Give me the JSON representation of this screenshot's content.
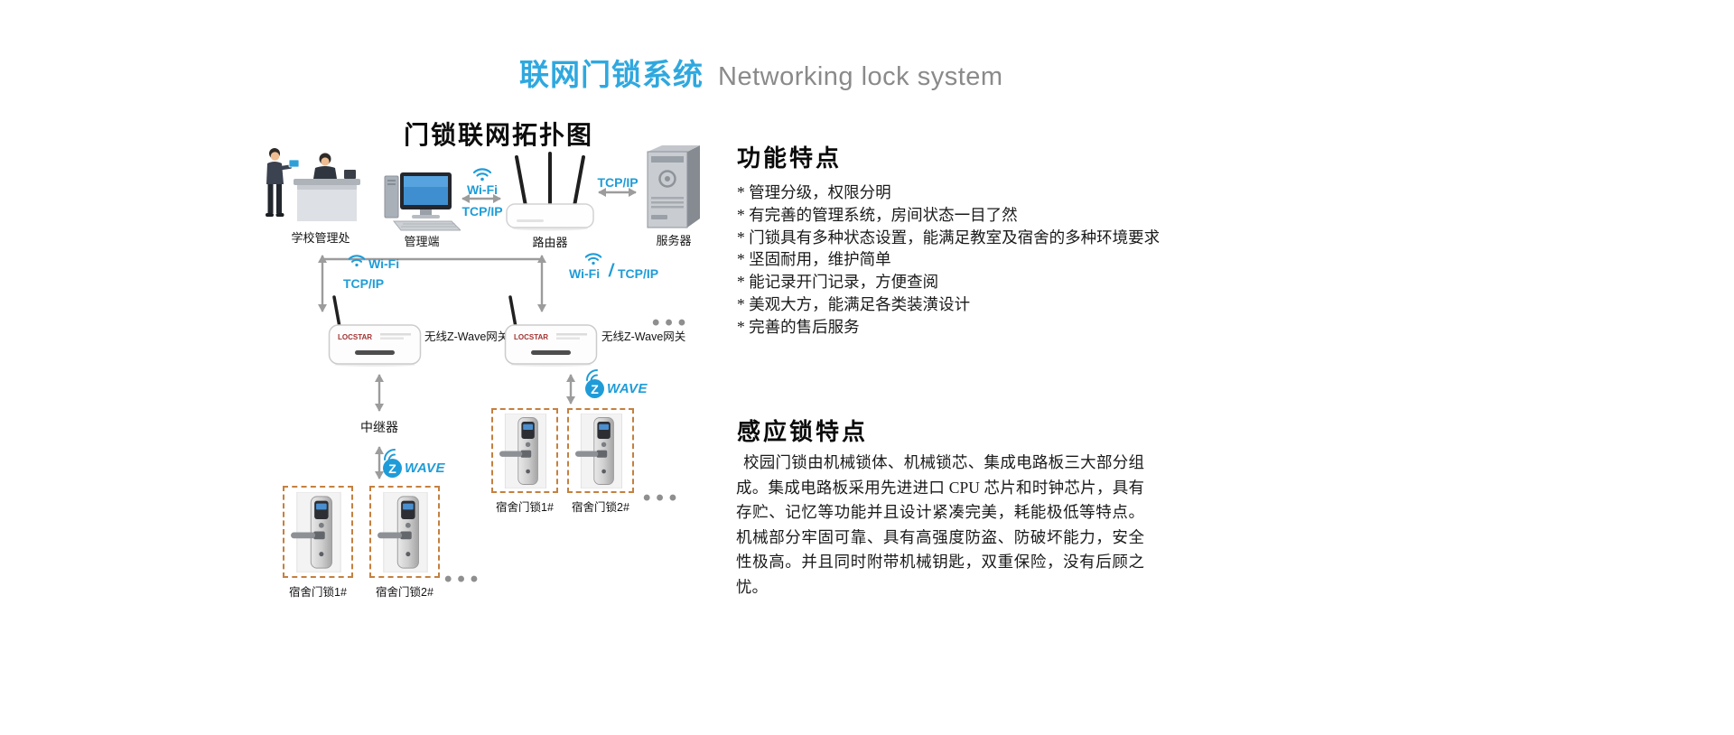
{
  "page": {
    "title_cn": "联网门锁系统",
    "title_en": "Networking lock system"
  },
  "diagram": {
    "title": "门锁联网拓扑图",
    "nodes": {
      "school_office": "学校管理处",
      "admin_terminal": "管理端",
      "router": "路由器",
      "server": "服务器",
      "gateway_label": "无线Z-Wave网关",
      "repeater": "中继器",
      "lock1_label": "宿舍门锁1#",
      "lock2_label": "宿舍门锁2#"
    },
    "labels": {
      "wifi": "Wi-Fi",
      "tcpip": "TCP/IP",
      "slash": "/",
      "gateway_brand": "LOCSTAR",
      "zwave_z": "Z",
      "zwave_wave": "WAVE",
      "ellipsis": "•••"
    },
    "icons": {
      "wifi_icon": "blue wifi arcs with dot",
      "zwave_icon": "blue circle Z with WAVE wordmark and arcs"
    }
  },
  "features": {
    "heading": "功能特点",
    "items": [
      "* 管理分级，权限分明",
      "* 有完善的管理系统，房间状态一目了然",
      "* 门锁具有多种状态设置，能满足教室及宿舍的多种环境要求",
      "* 坚固耐用，维护简单",
      "* 能记录开门记录，方便查阅",
      "* 美观大方，能满足各类装潢设计",
      "* 完善的售后服务"
    ]
  },
  "lock_features": {
    "heading": "感应锁特点",
    "body": "校园门锁由机械锁体、机械锁芯、集成电路板三大部分组成。集成电路板采用先进进口 CPU 芯片和时钟芯片，具有存贮、记忆等功能并且设计紧凑完美，耗能极低等特点。机械部分牢固可靠、具有高强度防盗、防破坏能力，安全性极高。并且同时附带机械钥匙，双重保险，没有后顾之忧。"
  },
  "colors": {
    "title_blue": "#2FA8DF",
    "label_blue": "#1F9CD8",
    "arrow_gray": "#9C9C9C",
    "dashed_border": "#C5803F",
    "title_gray": "#8A8A8A"
  }
}
